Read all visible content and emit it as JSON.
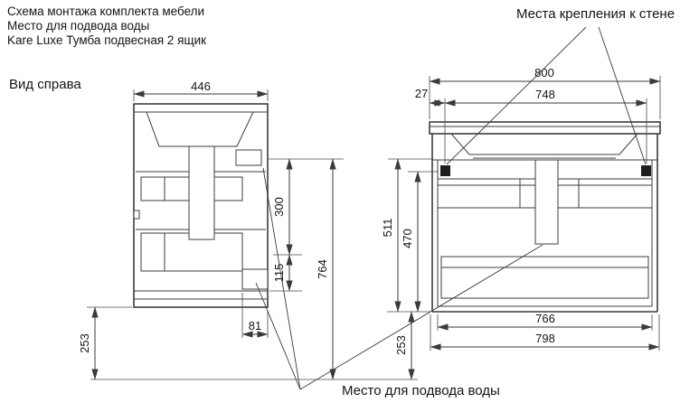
{
  "header": {
    "line1": "Схема монтажа комплекта мебели",
    "line2": "Место для подвода воды",
    "line3": "Kare Luxe Тумба подвесная 2 ящик"
  },
  "labels": {
    "side_view": "Вид справа",
    "wall_mount": "Места крепления к стене",
    "water_supply": "Место для подвода воды"
  },
  "side_view": {
    "dims": {
      "w446": "446",
      "h300": "300",
      "h115": "115",
      "h764": "764",
      "w81": "81",
      "h253": "253"
    }
  },
  "front_view": {
    "dims": {
      "w800": "800",
      "w27": "27",
      "w748": "748",
      "h511": "511",
      "h470": "470",
      "w766": "766",
      "w798": "798",
      "h253": "253"
    }
  }
}
